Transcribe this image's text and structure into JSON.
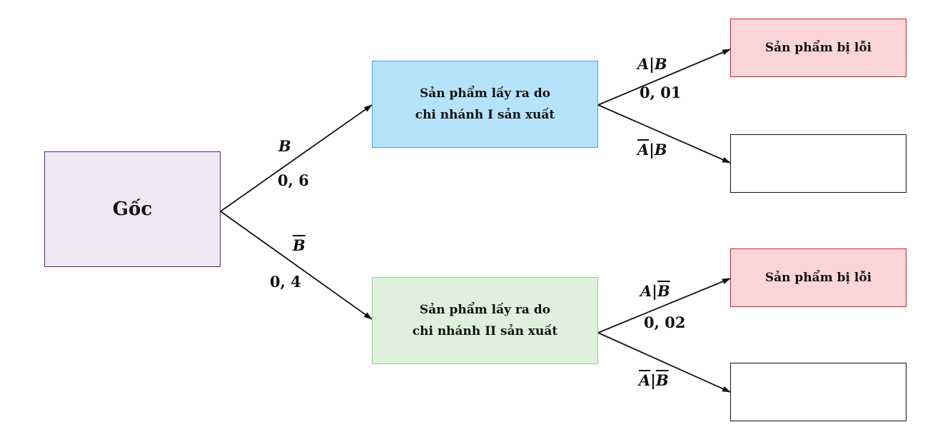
{
  "root": {
    "label": "Gốc"
  },
  "branch_1": {
    "line1": "Sản phẩm lấy ra do",
    "line2": "chi nhánh I sản xuất"
  },
  "branch_2": {
    "line1": "Sản phẩm lấy ra do",
    "line2": "chi nhánh II sản xuất"
  },
  "leaves": [
    {
      "label": "Sản phẩm bị lỗi"
    },
    {
      "label": ""
    },
    {
      "label": "Sản phẩm bị lỗi"
    },
    {
      "label": ""
    }
  ],
  "edges": {
    "root_to_b": {
      "event": "B",
      "prob": "0, 6"
    },
    "root_to_bbar": {
      "event": "B",
      "prob": "0, 4"
    },
    "b_to_a": {
      "event": "A|B",
      "prob": "0, 01"
    },
    "b_to_abar": {
      "event_a": "A",
      "event_rest": "|B"
    },
    "bbar_to_a": {
      "event_a": "A|",
      "event_b": "B",
      "prob": "0, 02"
    },
    "bbar_to_abar": {
      "event_a": "A",
      "sep": "|",
      "event_b": "B"
    }
  },
  "colors": {
    "root_fill": "#efe8f5",
    "root_border": "#5b2a86",
    "branch1_fill": "#b7e2fb",
    "branch1_border": "#4aa3df",
    "branch2_fill": "#dff1dc",
    "branch2_border": "#93cf8c",
    "defect_fill": "#fcd5d6",
    "defect_border": "#e21a25"
  }
}
